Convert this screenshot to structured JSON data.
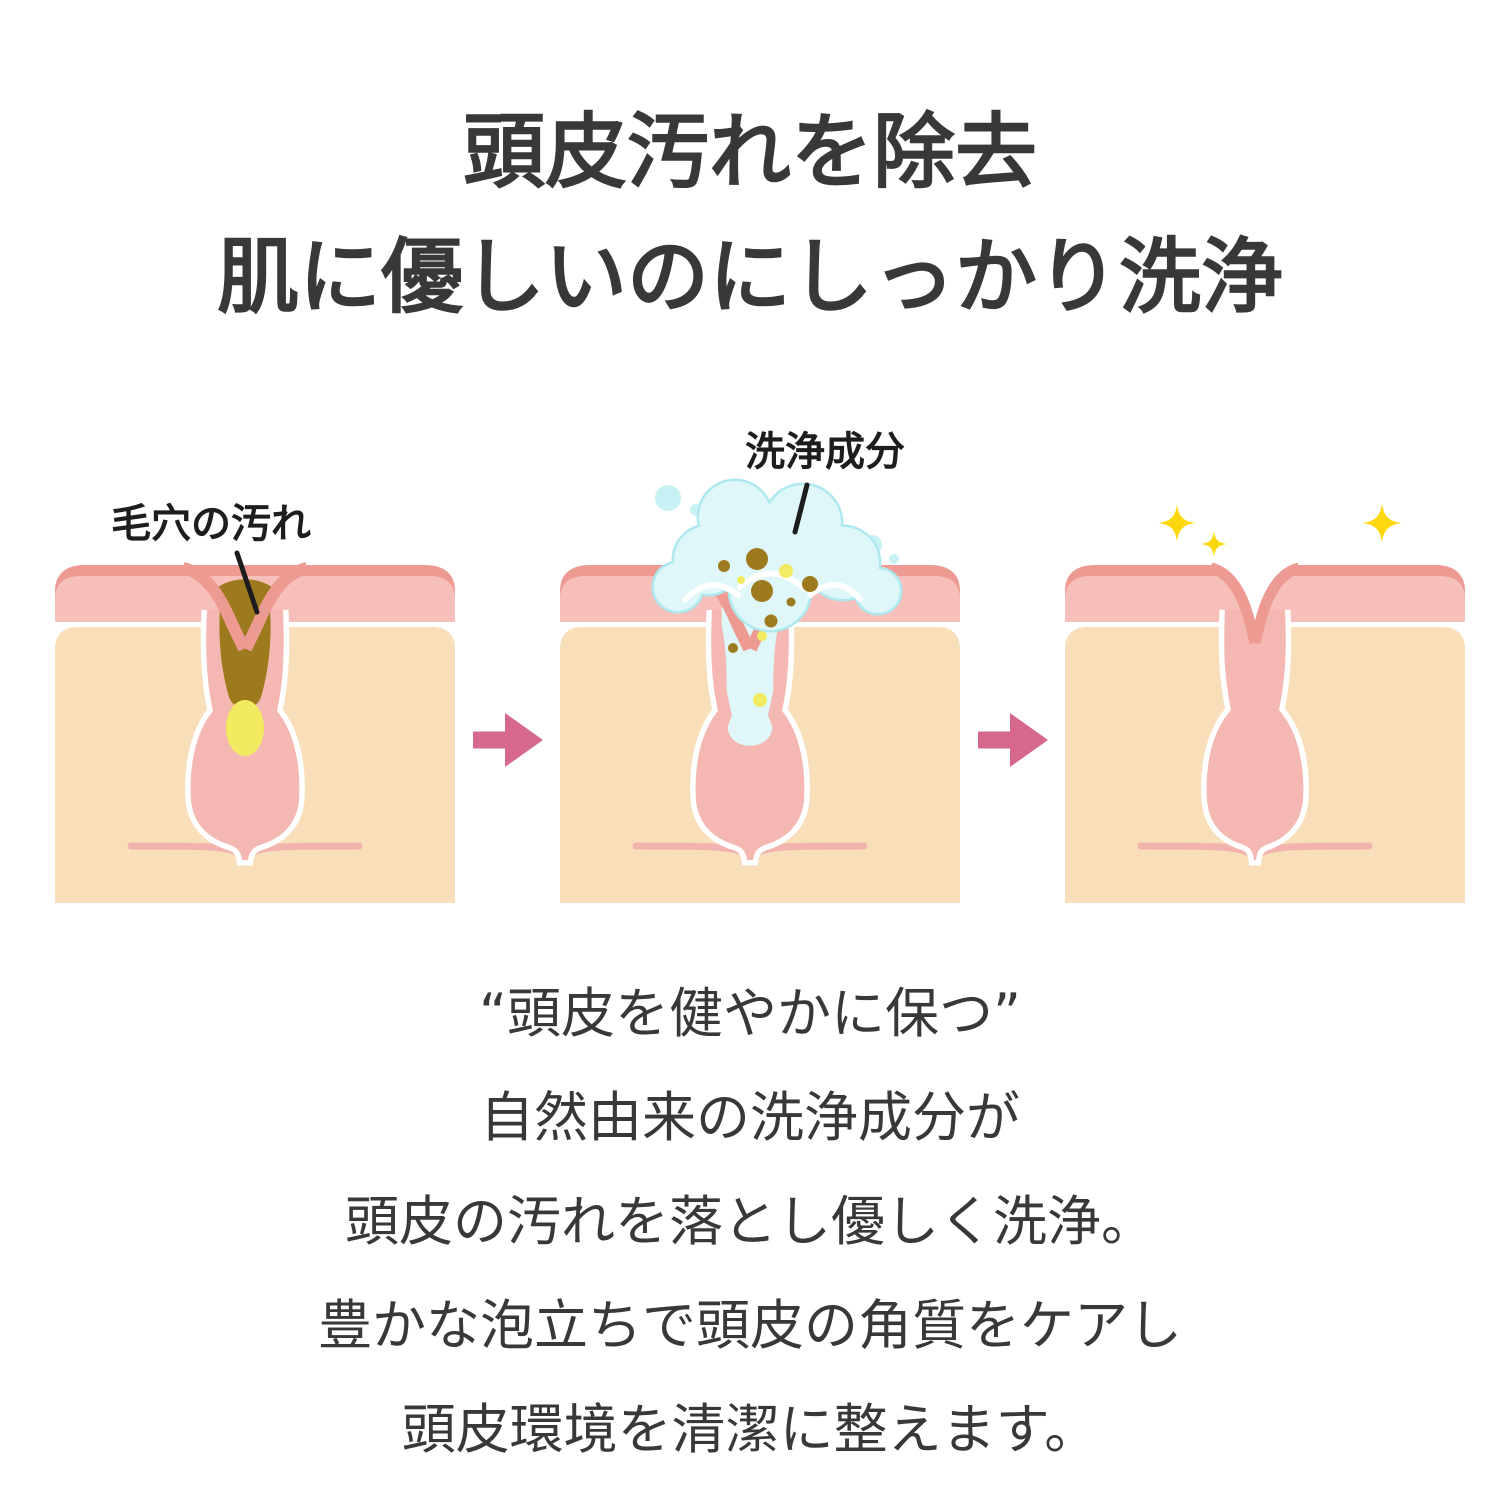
{
  "title": {
    "line1": "頭皮汚れを除去",
    "line2": "肌に優しいのにしっかり洗浄"
  },
  "diagram": {
    "steps": [
      {
        "name": "dirty-pore",
        "label": "毛穴の汚れ"
      },
      {
        "name": "cleansing-foam",
        "label": "洗浄成分"
      },
      {
        "name": "clean-pore",
        "label": ""
      }
    ]
  },
  "body": {
    "lines": [
      "“頭皮を健やかに保つ”",
      "自然由来の洗浄成分が",
      "頭皮の汚れを落とし優しく洗浄。",
      "豊かな泡立ちで頭皮の角質をケアし",
      "頭皮環境を清潔に整えます。"
    ]
  },
  "colors": {
    "bg": "#ffffff",
    "ink": "#383838",
    "label_ink": "#1d1d1d",
    "stripe": "#ed9b92",
    "band": "#f6bfba",
    "follicle": "#f4b7b2",
    "beige": "#f8dfba",
    "dirt": "#9d7a1d",
    "sebum": "#f2ea60",
    "foam_fill": "#dff7f9",
    "foam_edge": "#aee9ef",
    "foam_sat": "#c8f1f6",
    "sparkle": "#ffd70f",
    "arrow": "#d5688c",
    "line_pink": "#f2b3ae"
  }
}
